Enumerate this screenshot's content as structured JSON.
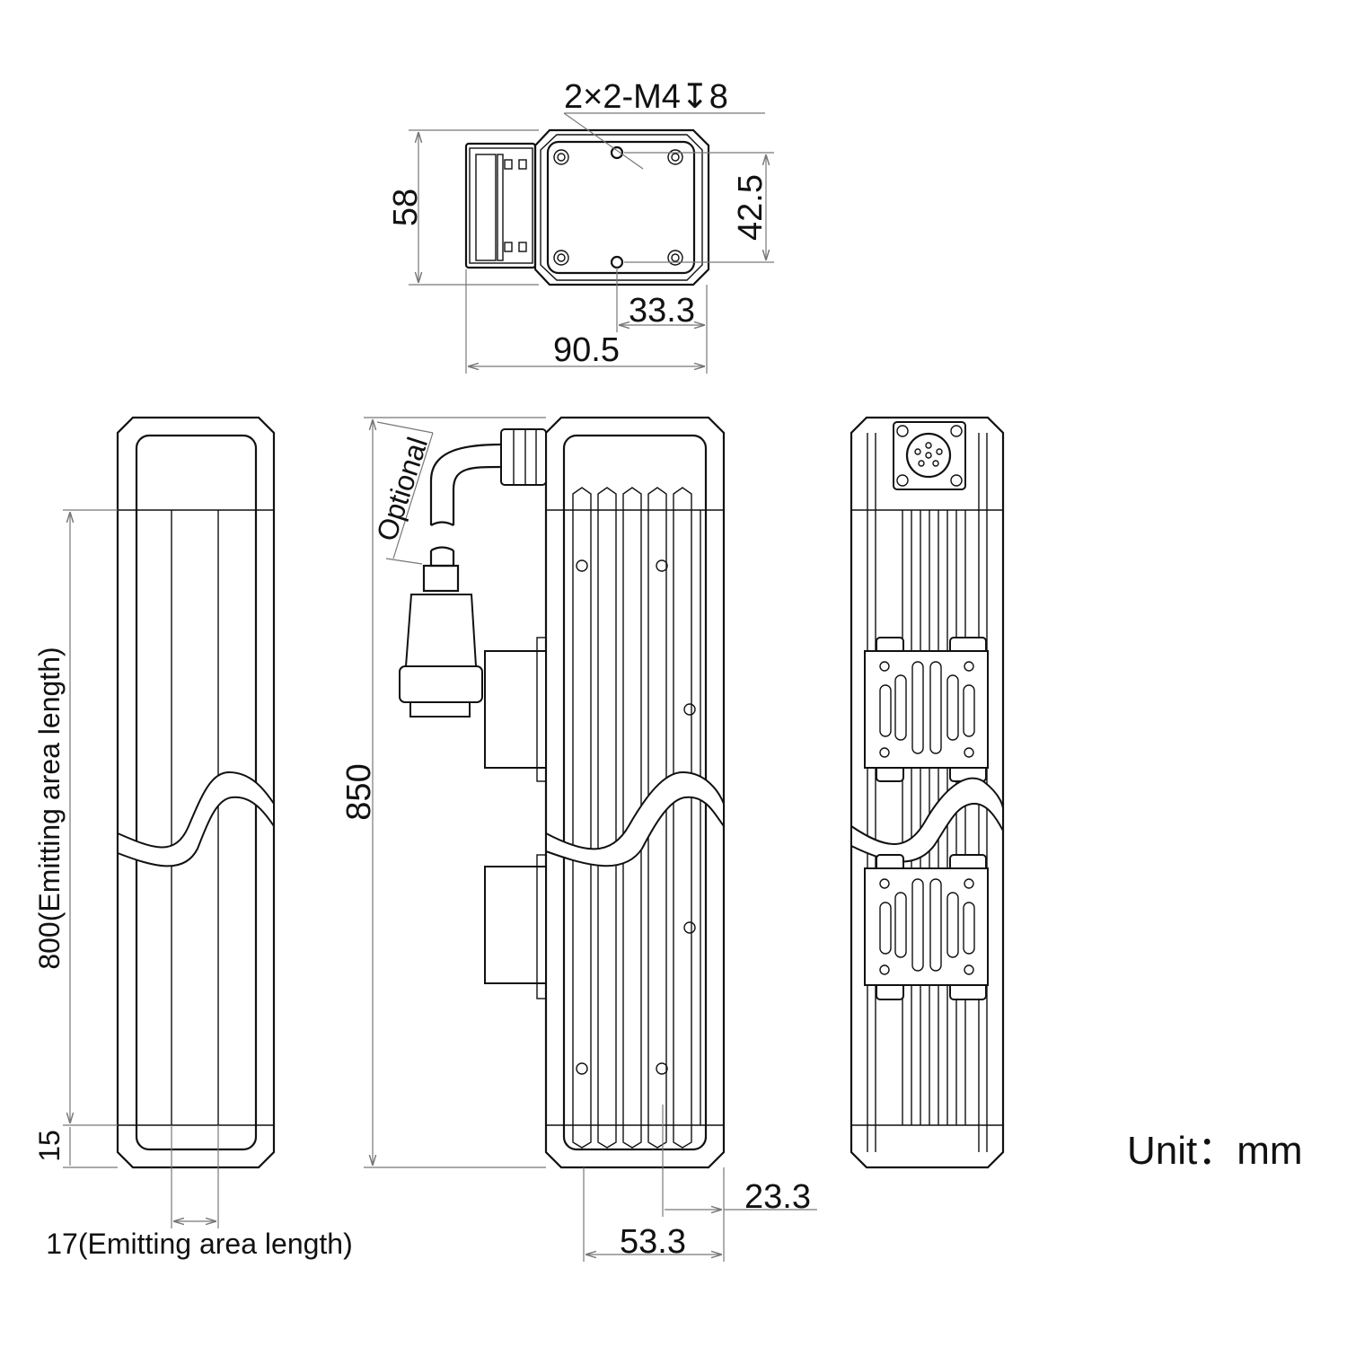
{
  "title": "Linear light dimensional drawing",
  "top_view": {
    "thread_callout": "2×2-M4↧8",
    "dim_height": "58",
    "dim_hole_spacing": "42.5",
    "dim_hole_offset": "33.3",
    "dim_width": "90.5"
  },
  "left_view": {
    "dim_emitting_length": "800(Emitting area length)",
    "dim_end": "15",
    "dim_emitting_width": "17(Emitting area length)"
  },
  "front_view": {
    "dim_total_length": "850",
    "cable_note": "Optional",
    "dim_width": "53.3",
    "dim_offset": "23.3"
  },
  "unit_label": "Unit：mm",
  "colors": {
    "line": "#111111",
    "dimension": "#777777",
    "background": "#ffffff"
  }
}
